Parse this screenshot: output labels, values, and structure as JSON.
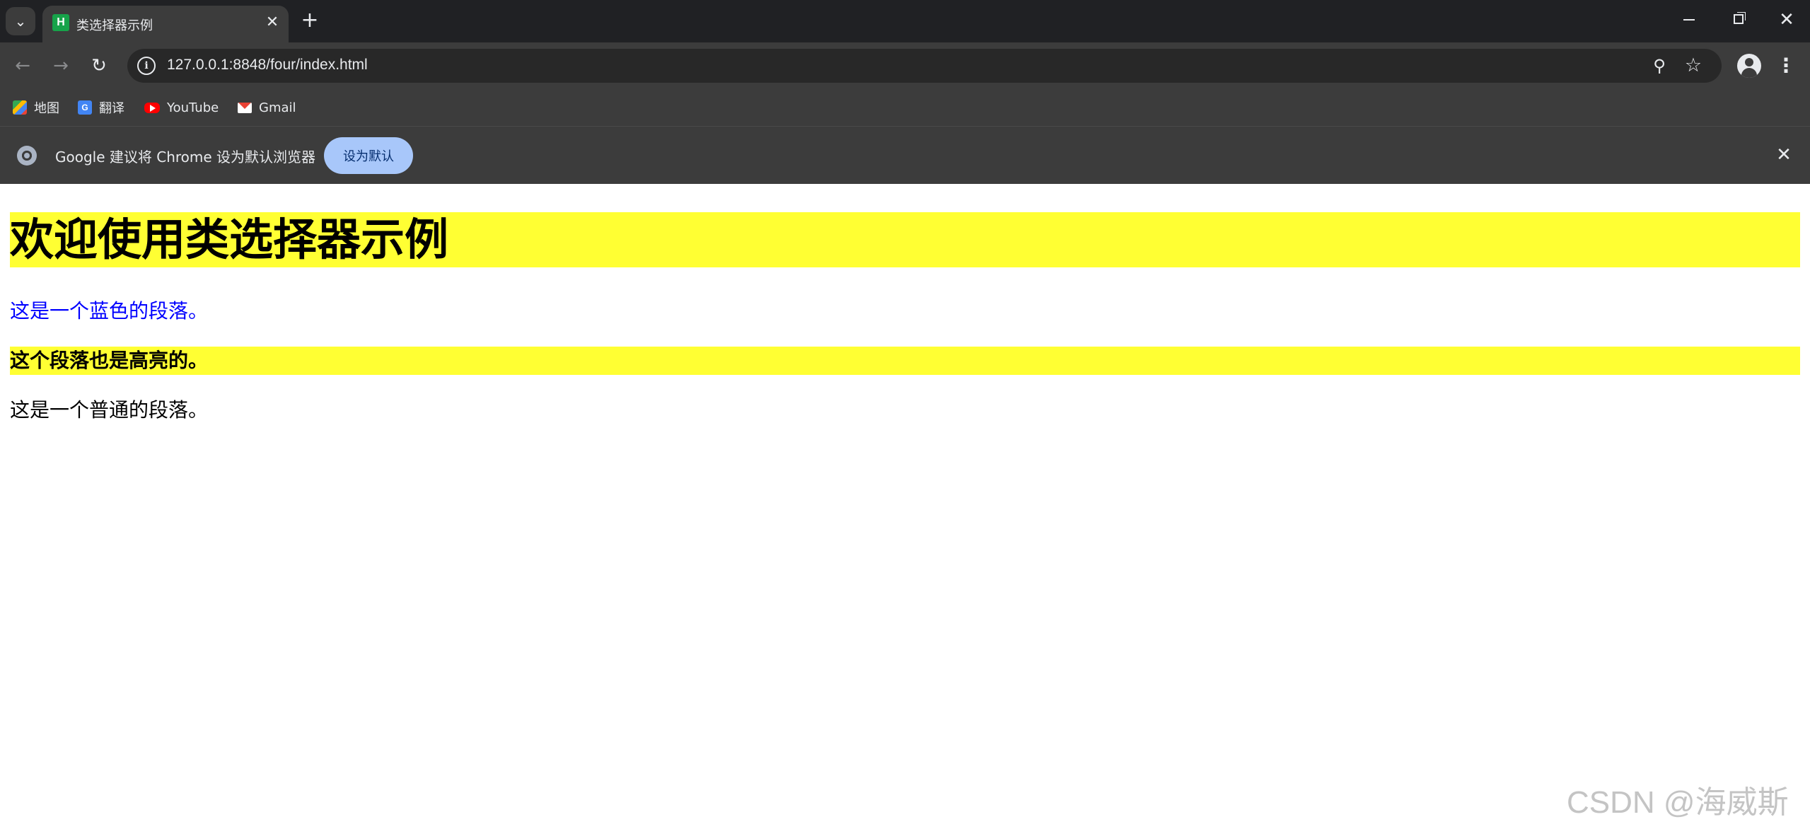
{
  "browser": {
    "tab": {
      "favicon_letter": "H",
      "title": "类选择器示例"
    },
    "address": {
      "url": "127.0.0.1:8848/four/index.html"
    },
    "bookmarks": [
      {
        "label": "地图"
      },
      {
        "label": "翻译"
      },
      {
        "label": "YouTube"
      },
      {
        "label": "Gmail"
      }
    ],
    "infobar": {
      "message": "Google 建议将 Chrome 设为默认浏览器",
      "button_label": "设为默认"
    },
    "accent_color": "#a8c7fa"
  },
  "page": {
    "heading": "欢迎使用类选择器示例",
    "blue_paragraph": "这是一个蓝色的段落。",
    "highlight_paragraph": "这个段落也是高亮的。",
    "normal_paragraph": "这是一个普通的段落。",
    "highlight_color": "#ffff33",
    "blue_color": "#0000ff"
  },
  "watermark": "CSDN @海威斯"
}
